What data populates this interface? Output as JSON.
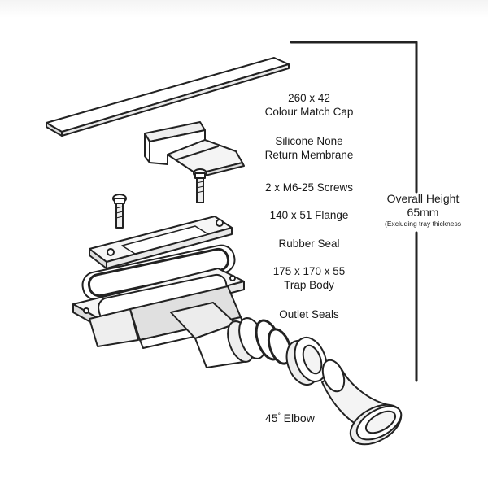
{
  "labels": {
    "cap": [
      "260 x 42",
      "Colour Match Cap"
    ],
    "membrane": [
      "Silicone None",
      "Return Membrane"
    ],
    "screws": "2 x M6-25 Screws",
    "flange": "140 x 51 Flange",
    "seal": "Rubber Seal",
    "trap": [
      "175 x 170 x 55",
      "Trap Body"
    ],
    "outlet": "Outlet Seals",
    "elbow": {
      "value": "45",
      "degree": "°",
      "text": " Elbow"
    }
  },
  "overall_height": {
    "title": "Overall Height",
    "value": "65mm",
    "note": "(Excluding tray thickness"
  },
  "colors": {
    "line": "#222222",
    "part_fill": "#ffffff",
    "part_shade": "#e6e6e6",
    "text": "#1a1a1a"
  }
}
